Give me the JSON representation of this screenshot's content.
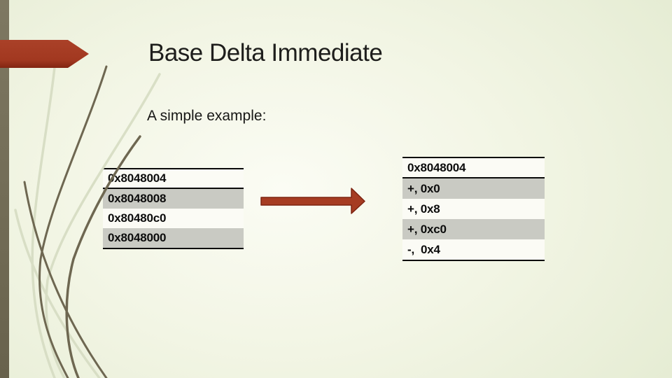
{
  "slide": {
    "title": "Base Delta Immediate",
    "subtitle": "A simple example:",
    "left_table": {
      "rows": [
        "0x8048004",
        "0x8048008",
        "0x80480c0",
        "0x8048000"
      ]
    },
    "right_table": {
      "rows": [
        "0x8048004",
        "+, 0x0",
        "+, 0x8",
        "+, 0xc0",
        "-,  0x4"
      ]
    },
    "colors": {
      "accent_red": "#a63c22",
      "accent_red_dark": "#7d2411",
      "stripe_olive": "#756e58",
      "curve_dark": "#6e6751",
      "curve_light": "#d7ddc4",
      "row_shade": "#c9cac3",
      "row_light": "#fbfbf5",
      "table_line": "#0a0a0a",
      "background": "#edf1dd"
    }
  }
}
